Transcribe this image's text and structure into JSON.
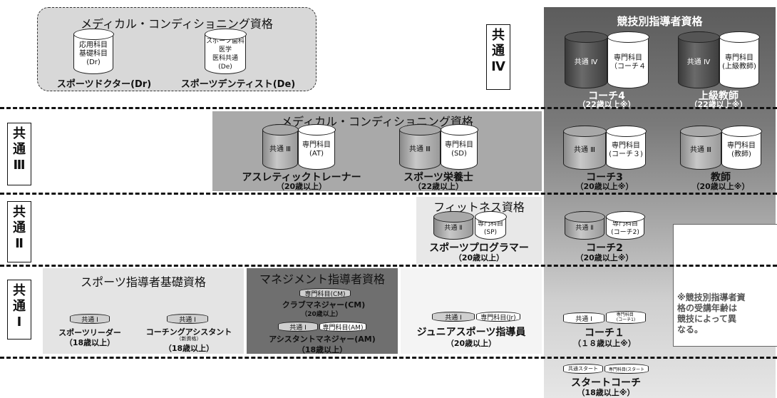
{
  "top_medical": {
    "title": "メディカル・コンディショニング資格",
    "cyl1": "応用科目\n基礎科目\n(Dr)",
    "cyl2": "スポーツ歯科医学\n医科共通\n(De)",
    "label1": "スポーツドクター(Dr)",
    "label2": "スポーツデンティスト(De)"
  },
  "tiers": {
    "t4": "共\n通\nⅣ",
    "t3": "共\n通\nⅢ",
    "t2": "共\n通\nⅡ",
    "t1": "共\n通\nⅠ"
  },
  "competition": {
    "title": "競技別指導者資格",
    "coach4": {
      "common": "共通 Ⅳ",
      "specialty": "専門科目\n（コーチ４",
      "name": "コーチ4",
      "age": "（22歳以上※）"
    },
    "senior": {
      "common": "共通 Ⅳ",
      "specialty": "専門科目\n(上級教師)",
      "name": "上級教師",
      "age": "（22歳以上※）"
    },
    "coach3": {
      "common": "共通 Ⅲ",
      "specialty": "専門科目\n(コーチ３)",
      "name": "コーチ3",
      "age": "（20歳以上※）"
    },
    "teacher": {
      "common": "共通 Ⅲ",
      "specialty": "専門科目\n(教師)",
      "name": "教師",
      "age": "（20歳以上※）"
    },
    "coach2": {
      "common": "共通 Ⅱ",
      "specialty": "専門科目\n(コーチ2)",
      "name": "コーチ2",
      "age": "（20歳以上※）"
    },
    "coach1": {
      "common": "共通 Ⅰ",
      "specialty": "専門科目\n(コーチ1)",
      "name": "コーチ１",
      "age": "（１８歳以上※）"
    },
    "start": {
      "common": "共通スタート",
      "specialty": "専門科目(スタート",
      "name": "スタートコーチ",
      "age": "（18歳以上※）"
    },
    "note": "※競技別指導者資\n格の受講年齢は\n競技によって異\nなる。"
  },
  "medical3": {
    "title": "メディカル・コンディショニング資格",
    "at": {
      "common": "共通 Ⅲ",
      "specialty": "専門科目\n(AT)",
      "name": "アスレティックトレーナー",
      "age": "（20歳以上）"
    },
    "sd": {
      "common": "共通 Ⅲ",
      "specialty": "専門科目\n(SD)",
      "name": "スポーツ栄養士",
      "age": "（22歳以上）"
    }
  },
  "fitness": {
    "title": "フィットネス資格",
    "common": "共通 Ⅱ",
    "specialty": "専門科目\n(SP)",
    "name": "スポーツプログラマー",
    "age": "（20歳以上）"
  },
  "basic": {
    "title": "スポーツ指導者基礎資格",
    "leader": {
      "common": "共通 Ⅰ",
      "name": "スポーツリーダー",
      "age": "（18歳以上）"
    },
    "assistant": {
      "common": "共通 Ⅰ",
      "name": "コーチングアシスタント",
      "new": "（新資格）",
      "age": "（18歳以上）"
    }
  },
  "management": {
    "title": "マネジメント指導者資格",
    "cm_specialty": "専門科目(CM)",
    "cm_name": "クラブマネジャー(CM)",
    "cm_age": "（20歳以上）",
    "am_common": "共通 Ⅰ",
    "am_specialty": "専門科目(AM)",
    "am_name": "アシスタントマネジャー(AM)",
    "am_age": "（18歳以上）"
  },
  "junior": {
    "common": "共通 Ⅰ",
    "specialty": "専門科目(Jr)",
    "name": "ジュニアスポーツ指導員",
    "age": "（20歳以上）"
  }
}
